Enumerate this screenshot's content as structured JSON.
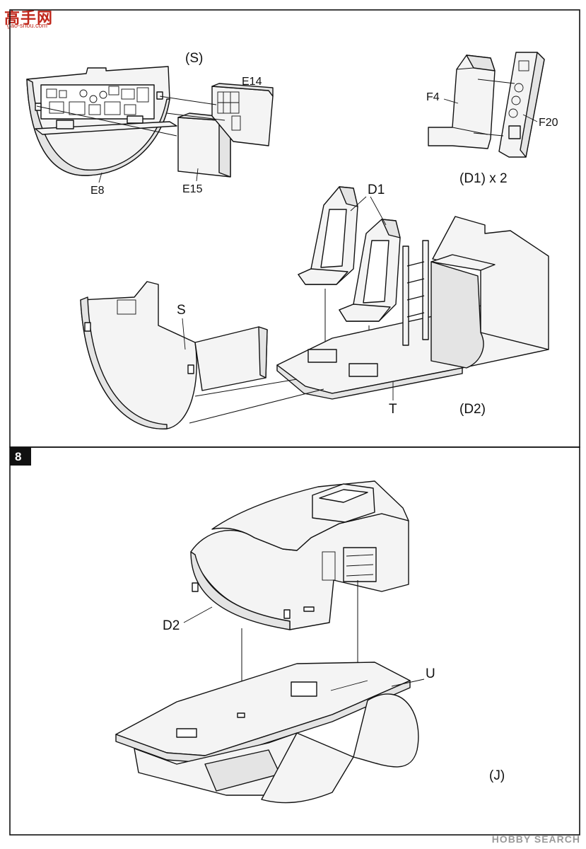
{
  "site_logo": {
    "text": "高手网",
    "subtext": "gao-shou.com"
  },
  "step_top": {
    "labels": {
      "subassembly_S": "(S)",
      "E14": "E14",
      "E8": "E8",
      "E15": "E15",
      "F4": "F4",
      "F20": "F20",
      "D1_count": "(D1) x 2",
      "D1": "D1",
      "S": "S",
      "T": "T",
      "D2": "(D2)"
    }
  },
  "step_8": {
    "number": "8",
    "labels": {
      "D2": "D2",
      "U": "U",
      "J": "(J)"
    }
  },
  "watermark": "HOBBY SEARCH"
}
